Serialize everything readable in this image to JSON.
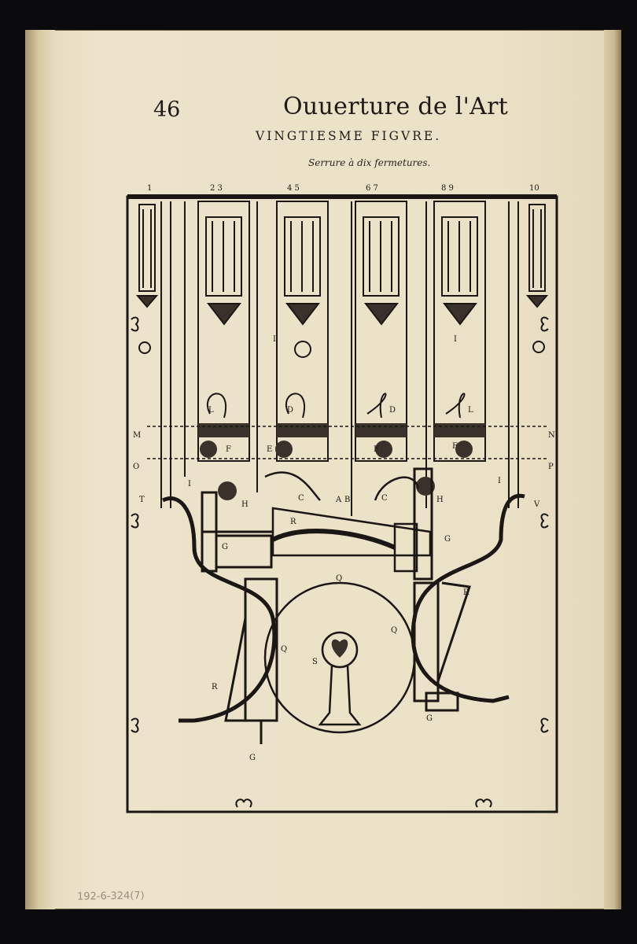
{
  "page": {
    "number": "46",
    "running_head": "Ouuerture de l'Art",
    "figure_title": "VINGTIESME FIGVRE.",
    "caption": "Serrure à dix fermetures.",
    "shelfmark": "192-6-324(7)"
  },
  "figure": {
    "column_numbers": [
      "1",
      "2 3",
      "4 5",
      "6 7",
      "8 9",
      "10"
    ],
    "part_labels": {
      "A": "A",
      "B": "B",
      "C": "C",
      "D": "D",
      "E": "E",
      "F": "F",
      "G": "G",
      "H": "H",
      "I": "I",
      "L": "L",
      "M": "M",
      "N": "N",
      "O": "O",
      "P": "P",
      "Q": "Q",
      "R": "R",
      "S": "S",
      "T": "T",
      "V": "V"
    }
  },
  "colors": {
    "paper": "#ebe1c7",
    "ink": "#1b1714",
    "background": "#0b0b0d"
  }
}
